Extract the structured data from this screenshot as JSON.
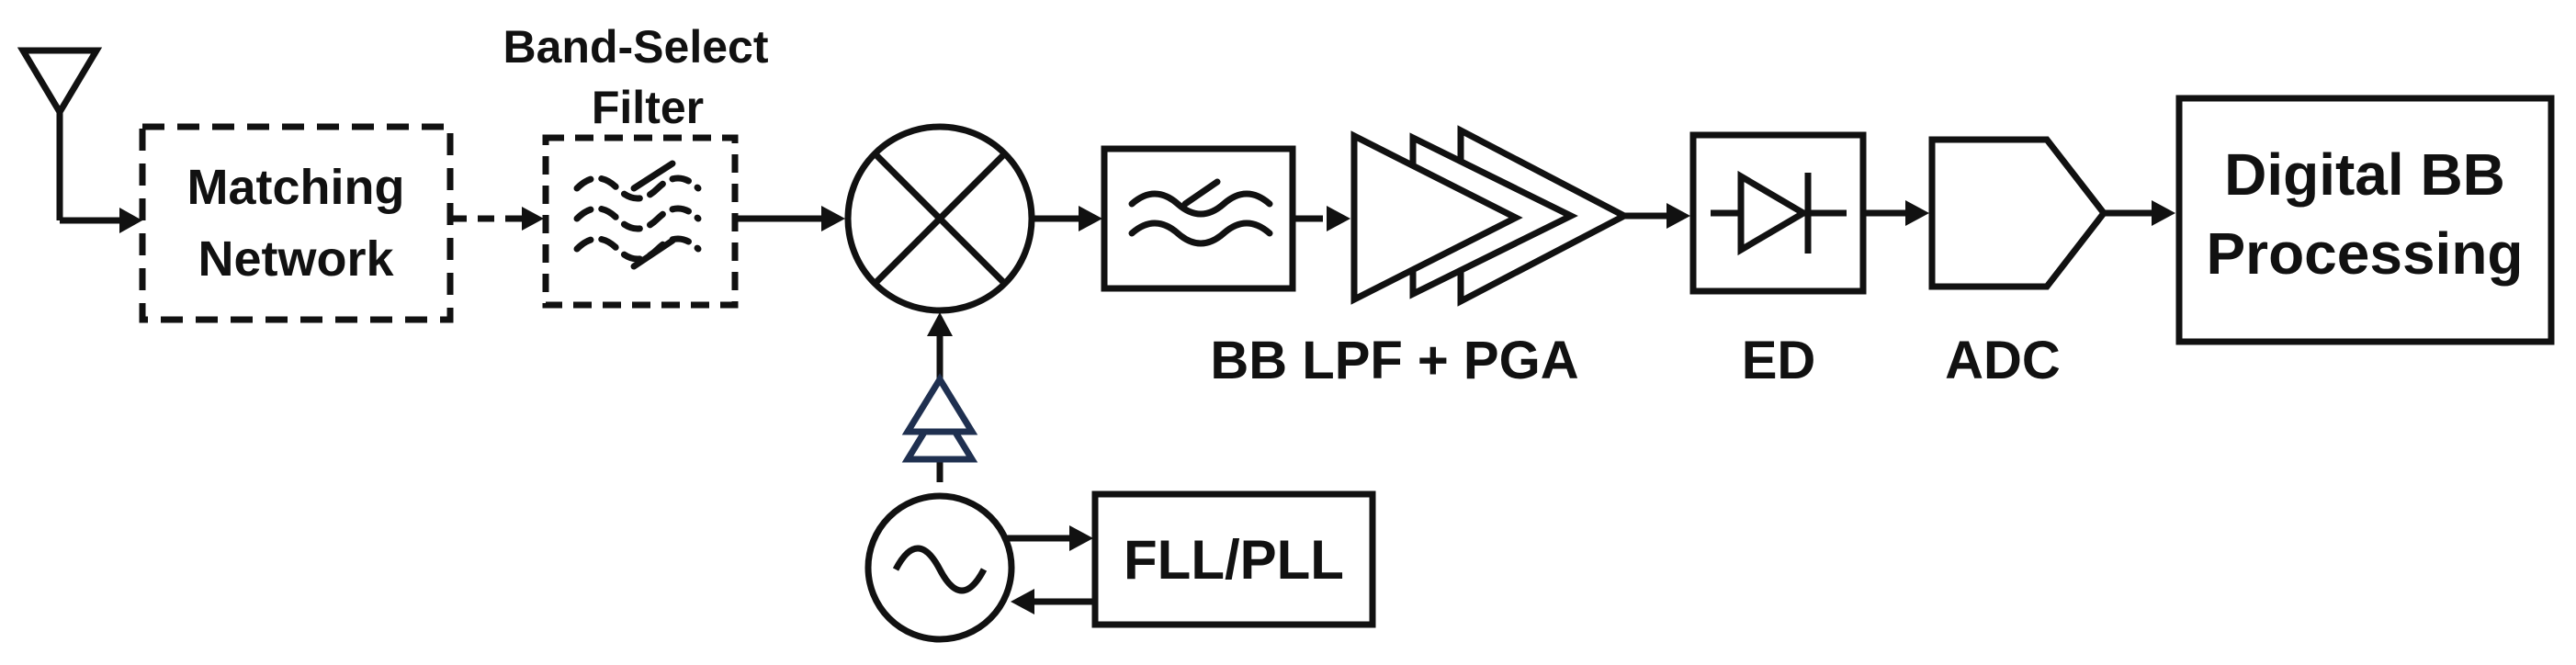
{
  "blocks": {
    "matching_network": {
      "line1": "Matching",
      "line2": "Network"
    },
    "band_select_filter": {
      "line1": "Band-Select",
      "line2": "Filter"
    },
    "bb_lpf_pga": {
      "label": "BB LPF + PGA"
    },
    "envelope_detector": {
      "label": "ED"
    },
    "adc": {
      "label": "ADC"
    },
    "digital_bb": {
      "line1": "Digital BB",
      "line2": "Processing"
    },
    "fll_pll": {
      "label": "FLL/PLL"
    }
  },
  "colors": {
    "stroke": "#111111",
    "lo_buffer": "#1f3050",
    "background": "#ffffff"
  },
  "icons": [
    "antenna-icon",
    "filter-icon",
    "mixer-icon",
    "amplifier-icon",
    "diode-icon",
    "oscillator-icon",
    "lo-buffer-icon"
  ]
}
